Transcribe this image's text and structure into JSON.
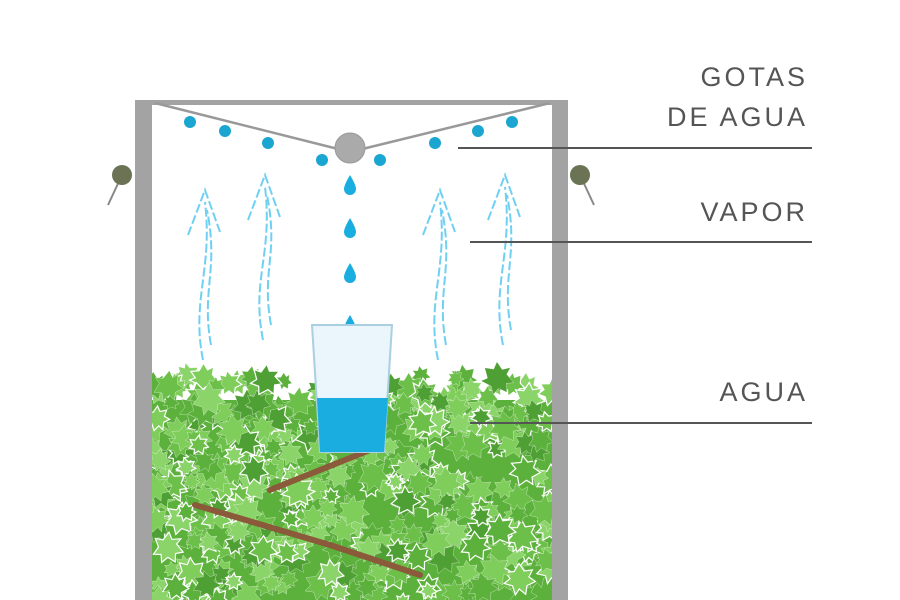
{
  "labels": {
    "drops_line1": "GOTAS",
    "drops_line2": "DE AGUA",
    "vapor": "VAPOR",
    "water": "AGUA"
  },
  "colors": {
    "frame": "#a3a3a3",
    "water": "#1aaee0",
    "vapor": "#6fd0f2",
    "leaves": "#6cc04a",
    "branch": "#8a5a3a",
    "peg": "#6b7355"
  }
}
